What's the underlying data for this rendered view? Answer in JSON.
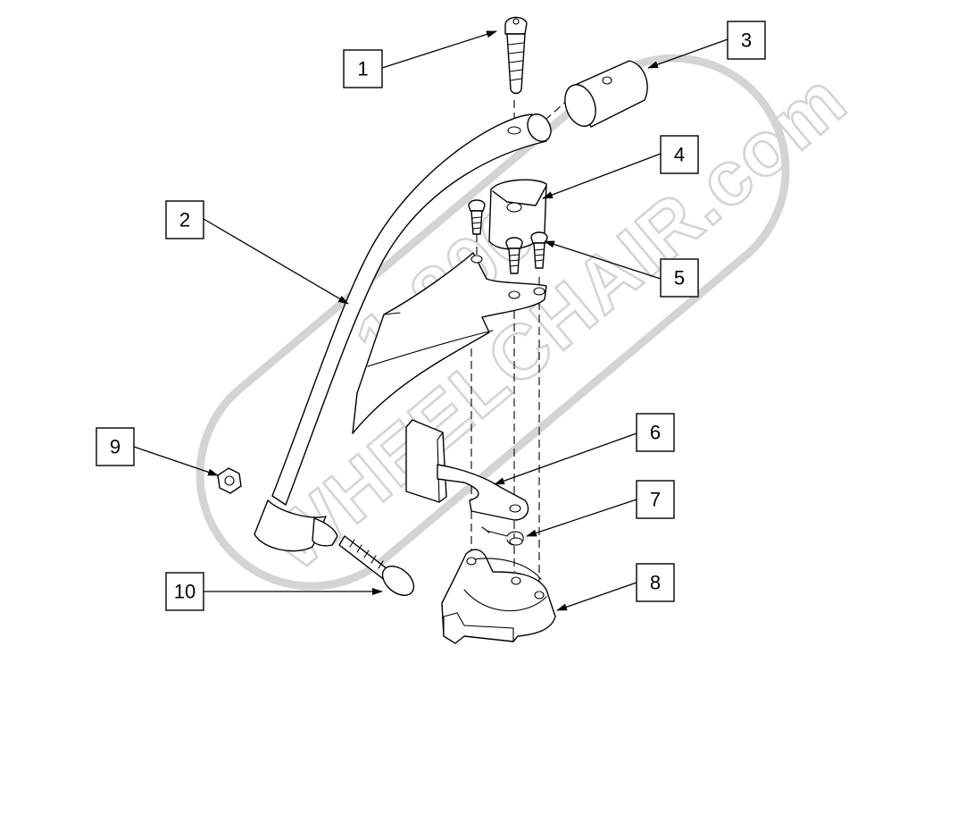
{
  "watermark": {
    "line1": "1-800",
    "line2": "WHEELCHAIR.com"
  },
  "callouts": [
    {
      "id": "1",
      "label": "1"
    },
    {
      "id": "2",
      "label": "2"
    },
    {
      "id": "3",
      "label": "3"
    },
    {
      "id": "4",
      "label": "4"
    },
    {
      "id": "5",
      "label": "5"
    },
    {
      "id": "6",
      "label": "6"
    },
    {
      "id": "7",
      "label": "7"
    },
    {
      "id": "8",
      "label": "8"
    },
    {
      "id": "9",
      "label": "9"
    },
    {
      "id": "10",
      "label": "10"
    }
  ],
  "colors": {
    "line": "#000000",
    "background": "#ffffff",
    "watermark": "#d4d4d4"
  }
}
